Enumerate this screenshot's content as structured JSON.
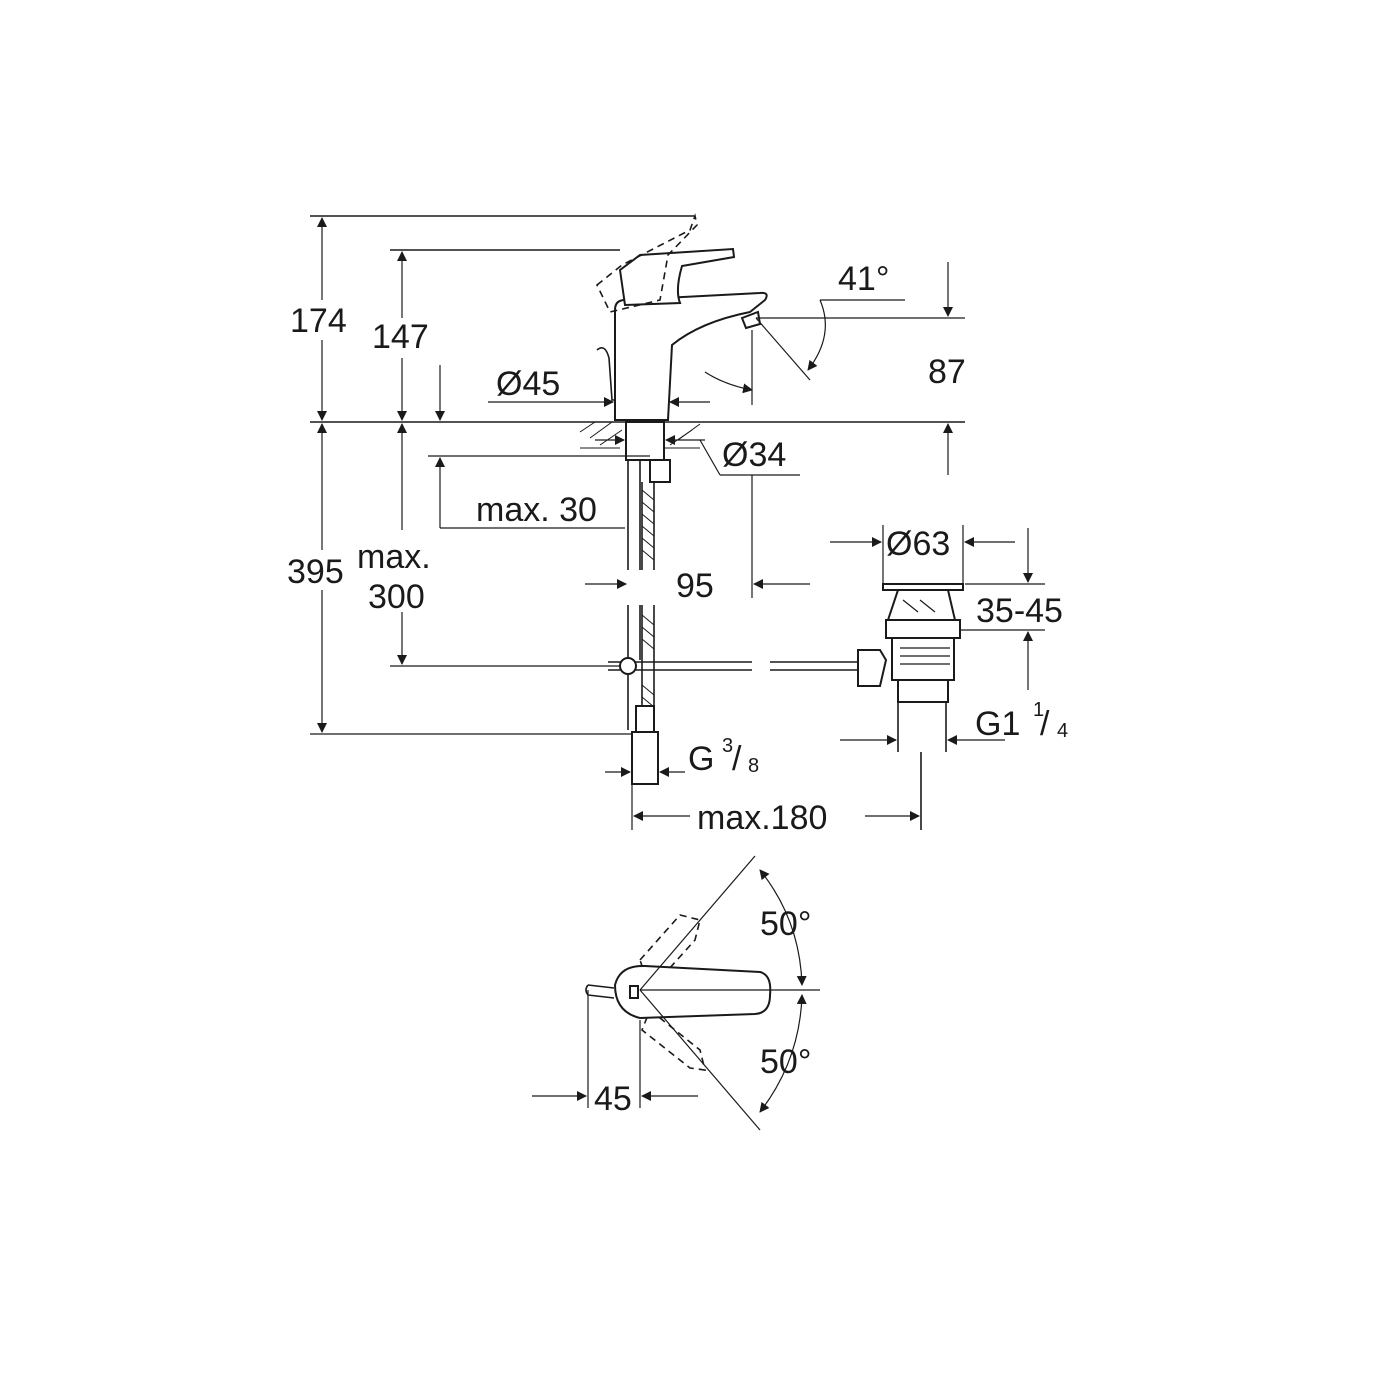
{
  "dimensions": {
    "height_total": "174",
    "height_spout": "147",
    "spout_angle": "41°",
    "spout_height": "87",
    "base_dia": "Ø45",
    "hole_dia": "Ø34",
    "max_deck": "max. 30",
    "projection": "95",
    "below_deck": "395",
    "max_rod_1": "max.",
    "max_rod_2": "300",
    "waste_dia": "Ø63",
    "waste_range": "35-45",
    "waste_thread": "G1",
    "waste_thread_num": "1",
    "waste_thread_den": "4",
    "inlet_thread": "G",
    "inlet_thread_num": "3",
    "inlet_thread_den": "8",
    "max_offset": "max.180",
    "lever_rot_up": "50°",
    "lever_rot_down": "50°",
    "lever_offset": "45"
  },
  "colors": {
    "line": "#1a1a1a",
    "background": "#ffffff"
  }
}
